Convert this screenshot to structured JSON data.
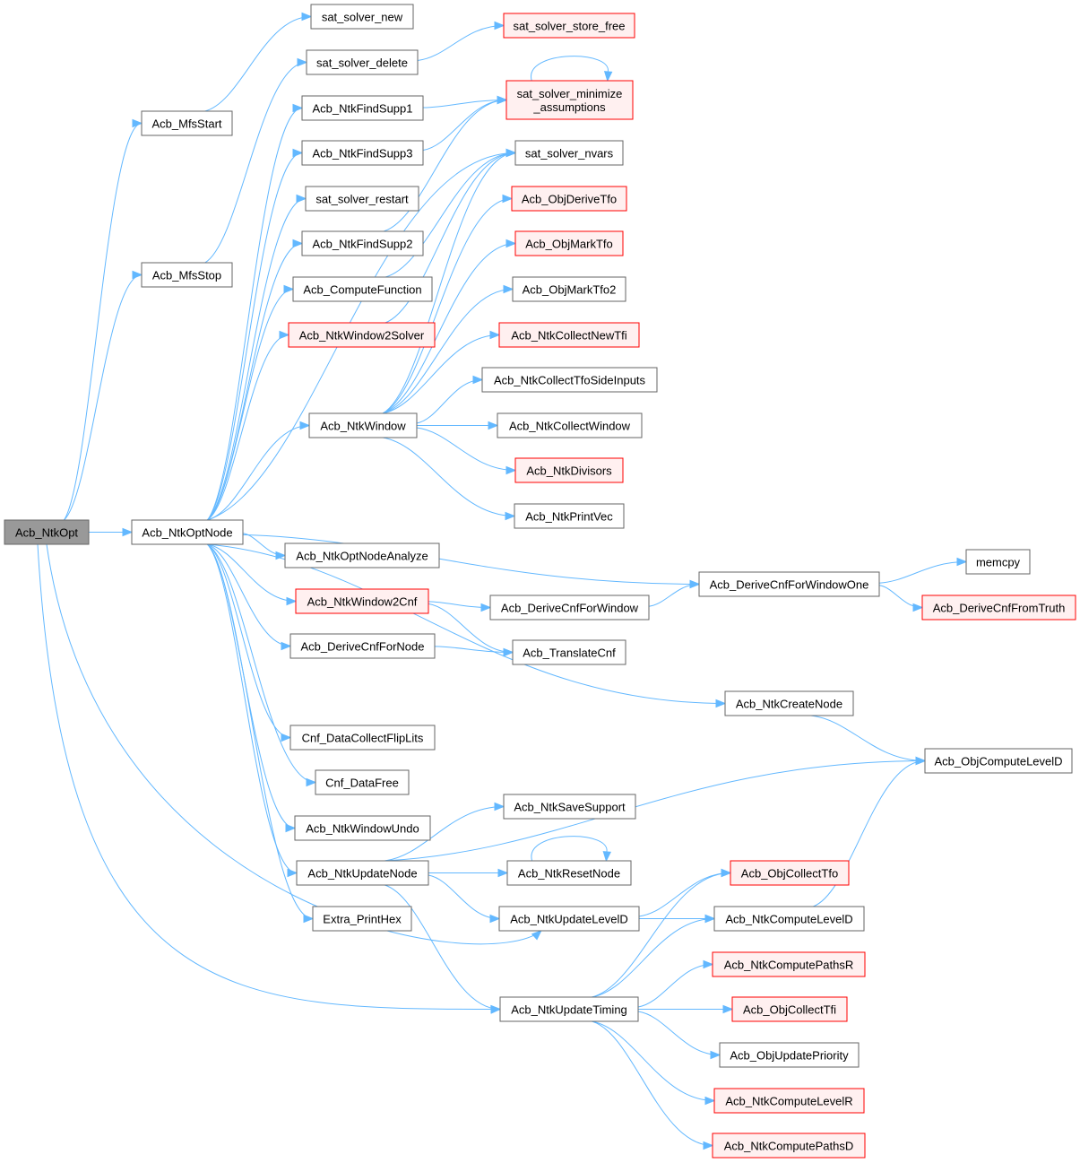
{
  "graph": {
    "edge_color": "#63b8ff",
    "nodes": [
      {
        "id": "root",
        "label": "Acb_NtkOpt",
        "style": "root"
      },
      {
        "id": "mfsstart",
        "label": "Acb_MfsStart",
        "style": "normal"
      },
      {
        "id": "mfsstop",
        "label": "Acb_MfsStop",
        "style": "normal"
      },
      {
        "id": "optnode",
        "label": "Acb_NtkOptNode",
        "style": "normal"
      },
      {
        "id": "ssnew",
        "label": "sat_solver_new",
        "style": "normal"
      },
      {
        "id": "ssdelete",
        "label": "sat_solver_delete",
        "style": "normal"
      },
      {
        "id": "findsupp1",
        "label": "Acb_NtkFindSupp1",
        "style": "normal"
      },
      {
        "id": "findsupp3",
        "label": "Acb_NtkFindSupp3",
        "style": "normal"
      },
      {
        "id": "ssrestart",
        "label": "sat_solver_restart",
        "style": "normal"
      },
      {
        "id": "findsupp2",
        "label": "Acb_NtkFindSupp2",
        "style": "normal"
      },
      {
        "id": "computefunc",
        "label": "Acb_ComputeFunction",
        "style": "normal"
      },
      {
        "id": "win2solver",
        "label": "Acb_NtkWindow2Solver",
        "style": "red"
      },
      {
        "id": "ntkwindow",
        "label": "Acb_NtkWindow",
        "style": "normal"
      },
      {
        "id": "optnodeanalyze",
        "label": "Acb_NtkOptNodeAnalyze",
        "style": "normal"
      },
      {
        "id": "win2cnf",
        "label": "Acb_NtkWindow2Cnf",
        "style": "red"
      },
      {
        "id": "derivecnfnode",
        "label": "Acb_DeriveCnfForNode",
        "style": "normal"
      },
      {
        "id": "flipLits",
        "label": "Cnf_DataCollectFlipLits",
        "style": "normal"
      },
      {
        "id": "datafree",
        "label": "Cnf_DataFree",
        "style": "normal"
      },
      {
        "id": "windowundo",
        "label": "Acb_NtkWindowUndo",
        "style": "normal"
      },
      {
        "id": "updatenode",
        "label": "Acb_NtkUpdateNode",
        "style": "normal"
      },
      {
        "id": "printhex",
        "label": "Extra_PrintHex",
        "style": "normal"
      },
      {
        "id": "storefree",
        "label": "sat_solver_store_free",
        "style": "red"
      },
      {
        "id": "minassump",
        "label": "sat_solver_minimize\n_assumptions",
        "style": "red"
      },
      {
        "id": "nvars",
        "label": "sat_solver_nvars",
        "style": "normal"
      },
      {
        "id": "derivetfo",
        "label": "Acb_ObjDeriveTfo",
        "style": "red"
      },
      {
        "id": "marktfo",
        "label": "Acb_ObjMarkTfo",
        "style": "red"
      },
      {
        "id": "marktfo2",
        "label": "Acb_ObjMarkTfo2",
        "style": "normal"
      },
      {
        "id": "collectnewtfi",
        "label": "Acb_NtkCollectNewTfi",
        "style": "red"
      },
      {
        "id": "tfoside",
        "label": "Acb_NtkCollectTfoSideInputs",
        "style": "normal"
      },
      {
        "id": "collectwindow",
        "label": "Acb_NtkCollectWindow",
        "style": "normal"
      },
      {
        "id": "divisors",
        "label": "Acb_NtkDivisors",
        "style": "red"
      },
      {
        "id": "printvec",
        "label": "Acb_NtkPrintVec",
        "style": "normal"
      },
      {
        "id": "derivecnfwin",
        "label": "Acb_DeriveCnfForWindow",
        "style": "normal"
      },
      {
        "id": "translatecnf",
        "label": "Acb_TranslateCnf",
        "style": "normal"
      },
      {
        "id": "derivecnfwinone",
        "label": "Acb_DeriveCnfForWindowOne",
        "style": "normal"
      },
      {
        "id": "memcpy",
        "label": "memcpy",
        "style": "normal"
      },
      {
        "id": "cnffromtruth",
        "label": "Acb_DeriveCnfFromTruth",
        "style": "red"
      },
      {
        "id": "createnode",
        "label": "Acb_NtkCreateNode",
        "style": "normal"
      },
      {
        "id": "objcomputeleveld",
        "label": "Acb_ObjComputeLevelD",
        "style": "normal"
      },
      {
        "id": "savesupport",
        "label": "Acb_NtkSaveSupport",
        "style": "normal"
      },
      {
        "id": "resetnode",
        "label": "Acb_NtkResetNode",
        "style": "normal"
      },
      {
        "id": "updateleveld",
        "label": "Acb_NtkUpdateLevelD",
        "style": "normal"
      },
      {
        "id": "updatetiming",
        "label": "Acb_NtkUpdateTiming",
        "style": "normal"
      },
      {
        "id": "collecttfo",
        "label": "Acb_ObjCollectTfo",
        "style": "red"
      },
      {
        "id": "computeleveld",
        "label": "Acb_NtkComputeLevelD",
        "style": "normal"
      },
      {
        "id": "computepathsr",
        "label": "Acb_NtkComputePathsR",
        "style": "red"
      },
      {
        "id": "collecttfi",
        "label": "Acb_ObjCollectTfi",
        "style": "red"
      },
      {
        "id": "updatepriority",
        "label": "Acb_ObjUpdatePriority",
        "style": "normal"
      },
      {
        "id": "computelevelr",
        "label": "Acb_NtkComputeLevelR",
        "style": "red"
      },
      {
        "id": "computepathsd",
        "label": "Acb_NtkComputePathsD",
        "style": "red"
      }
    ]
  }
}
